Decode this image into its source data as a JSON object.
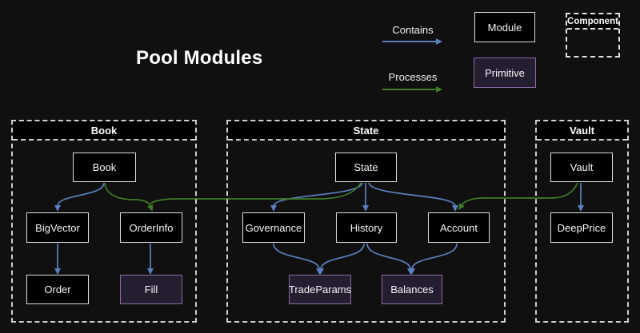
{
  "title": "Pool Modules",
  "legend": {
    "contains_label": "Contains",
    "processes_label": "Processes",
    "module_label": "Module",
    "primitive_label": "Primitive",
    "component_label": "Component"
  },
  "containers": {
    "book": {
      "title": "Book"
    },
    "state": {
      "title": "State"
    },
    "vault": {
      "title": "Vault"
    }
  },
  "nodes": {
    "book": {
      "label": "Book",
      "type": "module",
      "container": "Book"
    },
    "bigvector": {
      "label": "BigVector",
      "type": "module",
      "container": "Book"
    },
    "orderinfo": {
      "label": "OrderInfo",
      "type": "module",
      "container": "Book"
    },
    "order": {
      "label": "Order",
      "type": "module",
      "container": "Book"
    },
    "fill": {
      "label": "Fill",
      "type": "primitive",
      "container": "Book"
    },
    "state": {
      "label": "State",
      "type": "module",
      "container": "State"
    },
    "governance": {
      "label": "Governance",
      "type": "module",
      "container": "State"
    },
    "history": {
      "label": "History",
      "type": "module",
      "container": "State"
    },
    "account": {
      "label": "Account",
      "type": "module",
      "container": "State"
    },
    "tradeparams": {
      "label": "TradeParams",
      "type": "primitive",
      "container": "State"
    },
    "balances": {
      "label": "Balances",
      "type": "primitive",
      "container": "State"
    },
    "vault": {
      "label": "Vault",
      "type": "module",
      "container": "Vault"
    },
    "deepprice": {
      "label": "DeepPrice",
      "type": "module",
      "container": "Vault"
    }
  },
  "edges": [
    {
      "from": "Book",
      "to": "BigVector",
      "type": "contains"
    },
    {
      "from": "Book",
      "to": "OrderInfo",
      "type": "processes"
    },
    {
      "from": "BigVector",
      "to": "Order",
      "type": "contains"
    },
    {
      "from": "OrderInfo",
      "to": "Fill",
      "type": "contains"
    },
    {
      "from": "State",
      "to": "Governance",
      "type": "contains"
    },
    {
      "from": "State",
      "to": "History",
      "type": "contains"
    },
    {
      "from": "State",
      "to": "Account",
      "type": "contains"
    },
    {
      "from": "State",
      "to": "OrderInfo",
      "type": "processes"
    },
    {
      "from": "Governance",
      "to": "TradeParams",
      "type": "contains"
    },
    {
      "from": "History",
      "to": "TradeParams",
      "type": "contains"
    },
    {
      "from": "History",
      "to": "Balances",
      "type": "contains"
    },
    {
      "from": "Account",
      "to": "Balances",
      "type": "contains"
    },
    {
      "from": "Vault",
      "to": "DeepPrice",
      "type": "contains"
    },
    {
      "from": "Vault",
      "to": "Account",
      "type": "processes"
    }
  ],
  "colors": {
    "background": "#101010",
    "contains_blue": "#5b80bf",
    "processes_green": "#3e7d26",
    "module_fill": "#000000",
    "module_border": "#dedede",
    "primitive_fill": "#251d30",
    "primitive_border": "#8d6ba3",
    "container_border": "#cfcfcf"
  }
}
